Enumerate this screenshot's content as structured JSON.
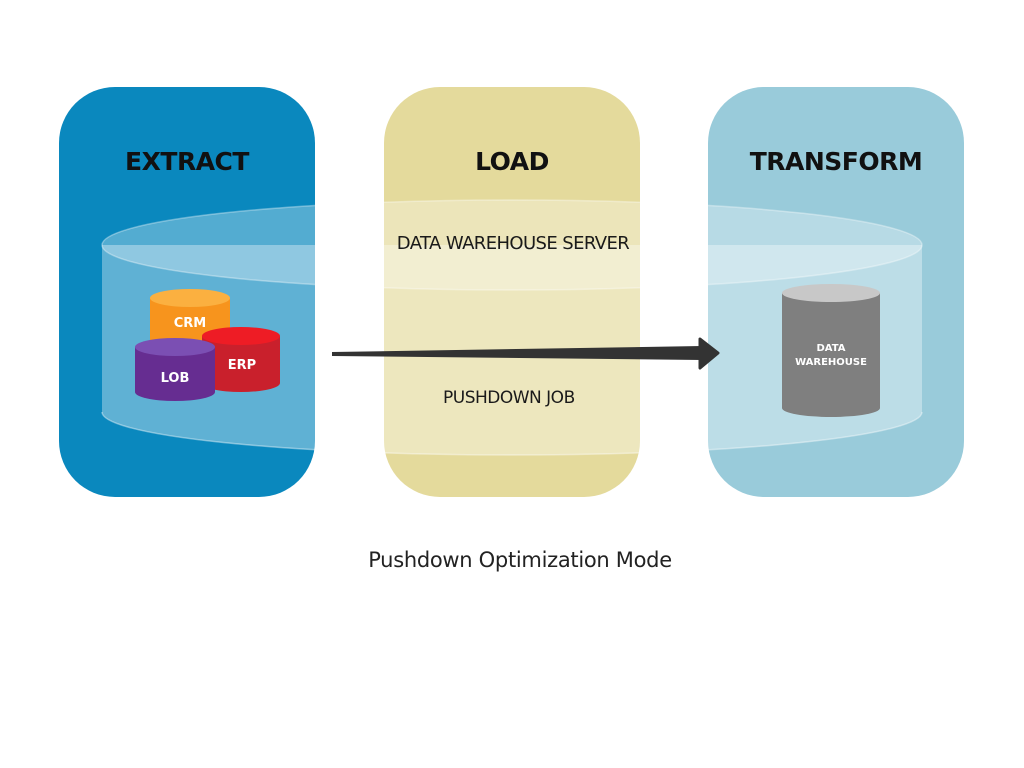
{
  "diagram": {
    "title": "Pushdown Optimization Mode",
    "stages": [
      {
        "id": "extract",
        "label": "EXTRACT",
        "color": "#0a88be"
      },
      {
        "id": "load",
        "label": "LOAD",
        "color": "#e4da9c"
      },
      {
        "id": "transform",
        "label": "TRANSFORM",
        "color": "#99cbda"
      }
    ],
    "server": {
      "label": "DATA WAREHOUSE SERVER"
    },
    "job": {
      "label": "PUSHDOWN JOB"
    },
    "sources": [
      {
        "id": "crm",
        "label": "CRM",
        "color": "#f7a125"
      },
      {
        "id": "erp",
        "label": "ERP",
        "color": "#d4202a"
      },
      {
        "id": "lob",
        "label": "LOB",
        "color": "#6634a0"
      }
    ],
    "target": {
      "label_line1": "DATA",
      "label_line2": "WAREHOUSE",
      "color": "#808080"
    },
    "flow": {
      "from": "sources",
      "to": "target",
      "arrow_color": "#333333"
    }
  }
}
